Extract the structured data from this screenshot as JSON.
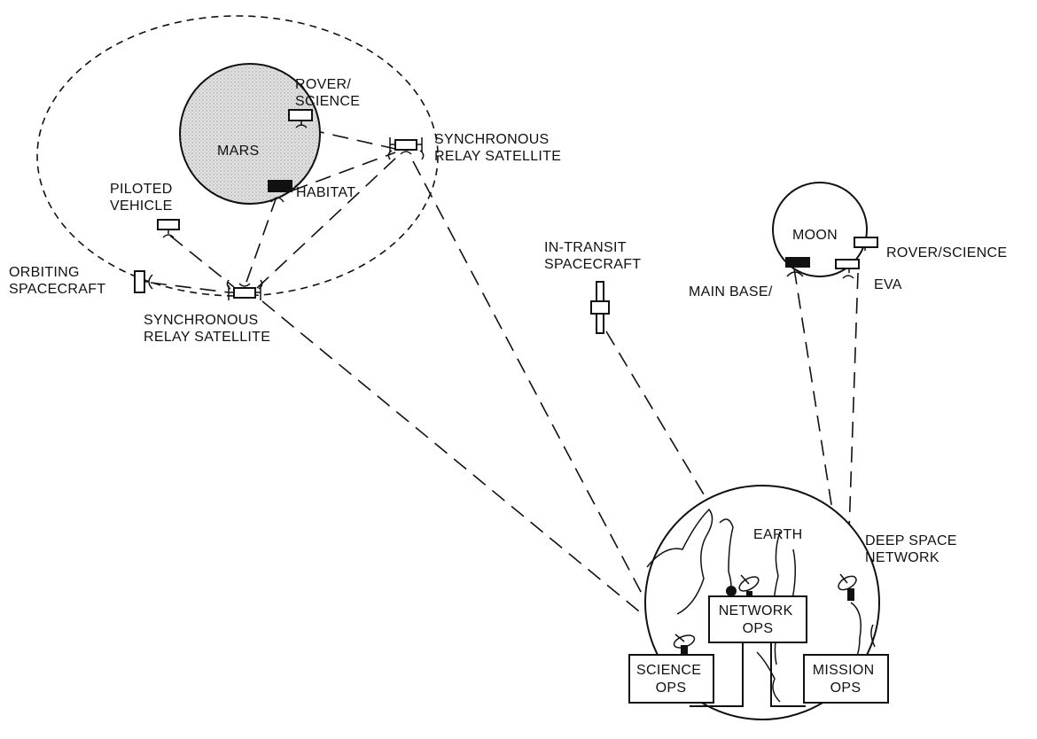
{
  "mars": {
    "name": "MARS",
    "rover_science": [
      "ROVER/",
      "SCIENCE"
    ],
    "habitat": "HABITAT",
    "piloted_vehicle": [
      "PILOTED",
      "VEHICLE"
    ],
    "orbiting_spacecraft": [
      "ORBITING",
      "SPACECRAFT"
    ],
    "relay_top": [
      "SYNCHRONOUS",
      "RELAY SATELLITE"
    ],
    "relay_bottom": [
      "SYNCHRONOUS",
      "RELAY SATELLITE"
    ]
  },
  "in_transit": [
    "IN-TRANSIT",
    "SPACECRAFT"
  ],
  "moon": {
    "name": "MOON",
    "rover_science": "ROVER/SCIENCE",
    "main_base": "MAIN BASE/",
    "eva": "EVA"
  },
  "earth": {
    "name": "EARTH",
    "deep_space_network": [
      "DEEP SPACE",
      "NETWORK"
    ],
    "network_ops": [
      "NETWORK",
      "OPS"
    ],
    "science_ops": [
      "SCIENCE",
      "OPS"
    ],
    "mission_ops": [
      "MISSION",
      "OPS"
    ]
  },
  "colors": {
    "line": "#111111",
    "mars_fill": "#dcdcdc",
    "background": "#ffffff"
  }
}
